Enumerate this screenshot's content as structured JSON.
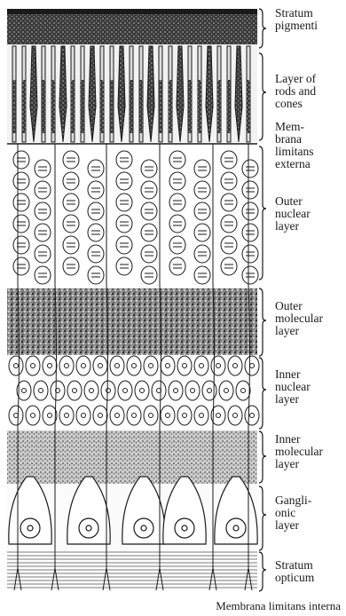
{
  "labels": {
    "stratum_pigmenti": "Stratum\npigmenti",
    "rods_and_cones": "Layer of\nrods and\ncones",
    "membrana_limitans_externa": "Mem-\nbrana\nlimitans\nexterna",
    "outer_nuclear": "Outer\nnuclear\nlayer",
    "outer_molecular": "Outer\nmolecular\nlayer",
    "inner_nuclear": "Inner\nnuclear\nlayer",
    "inner_molecular": "Inner\nmolecular\nlayer",
    "ganglionic": "Gangli-\nonic\nlayer",
    "stratum_opticum": "Stratum\nopticum",
    "membrana_limitans_interna": "Membrana limitans interna"
  },
  "colors": {
    "ink": "#1a1a1a",
    "paper": "#ffffff"
  }
}
